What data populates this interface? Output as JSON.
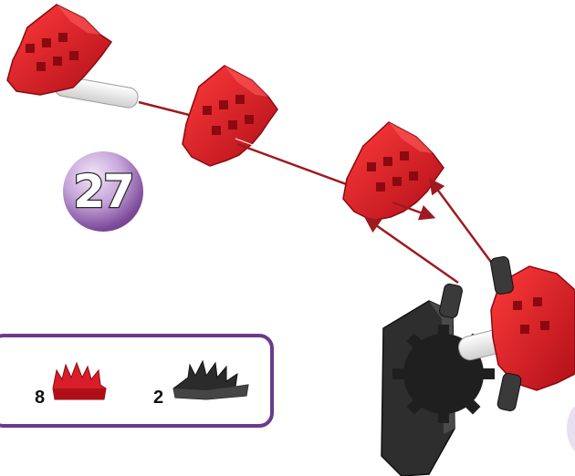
{
  "step": {
    "number": "27"
  },
  "parts": [
    {
      "quantity": "8",
      "icon": "red-gear-connector-icon",
      "color": "#d81e2a"
    },
    {
      "quantity": "2",
      "icon": "black-gear-connector-icon",
      "color": "#2b2b2b"
    }
  ],
  "colors": {
    "badge_purple": "#7d4b9a",
    "box_border": "#6b3a8c",
    "piece_red": "#d81e2a",
    "piece_black": "#2b2b2b",
    "arrow": "#9e1a20"
  }
}
